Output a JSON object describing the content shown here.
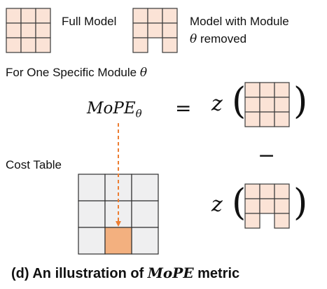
{
  "legend": {
    "full_model_label": "Full Model",
    "removed_label_line1": "Model with Module",
    "removed_label_theta": "θ",
    "removed_label_line2_rest": " removed"
  },
  "section": {
    "prefix": "For One Specific Module ",
    "theta": "θ"
  },
  "equation": {
    "lhs_base": "MoPE",
    "lhs_sub": "θ",
    "equals": "=",
    "func": "z",
    "minus": "−",
    "paren_open": "(",
    "paren_close": ")"
  },
  "cost_table": {
    "label": "Cost Table",
    "rows": 3,
    "cols": 3,
    "highlight_cell": [
      2,
      1
    ]
  },
  "caption": {
    "prefix": "(d) An illustration of ",
    "math": "MoPE",
    "suffix": " metric"
  },
  "colors": {
    "module_fill": "#fbe3d6",
    "module_stroke": "#3a3a3a",
    "table_fill": "#efeff0",
    "table_stroke": "#2e2e2e",
    "highlight_fill": "#f3b07f",
    "arrow": "#ed7d31"
  }
}
